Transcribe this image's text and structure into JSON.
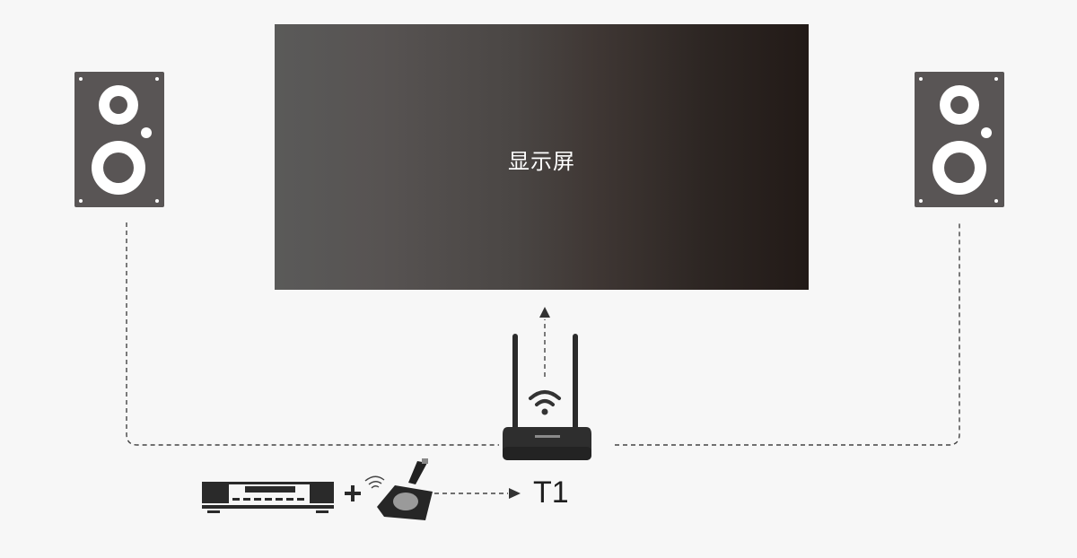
{
  "diagram": {
    "display": {
      "label": "显示屏",
      "gradient_left": "#5a5a59",
      "gradient_right": "#221a17"
    },
    "receiver": {
      "label": "T1",
      "icon": "wireless-router-icon"
    },
    "speakers": [
      {
        "side": "left",
        "icon": "speaker-icon"
      },
      {
        "side": "right",
        "icon": "speaker-icon"
      }
    ],
    "source": {
      "device_icon": "media-player-icon",
      "plus_symbol": "+",
      "transmitter_icon": "wireless-transmitter-button-icon",
      "wifi_icon": "wifi-icon"
    },
    "connections": [
      {
        "from": "receiver",
        "to": "display",
        "style": "dashed-arrow-up"
      },
      {
        "from": "receiver",
        "to": "left-speaker",
        "style": "dashed"
      },
      {
        "from": "receiver",
        "to": "right-speaker",
        "style": "dashed"
      },
      {
        "from": "transmitter",
        "to": "receiver",
        "style": "dashed-arrow-right"
      }
    ],
    "colors": {
      "background": "#f7f7f7",
      "speaker": "#595555",
      "line": "#444444"
    }
  }
}
